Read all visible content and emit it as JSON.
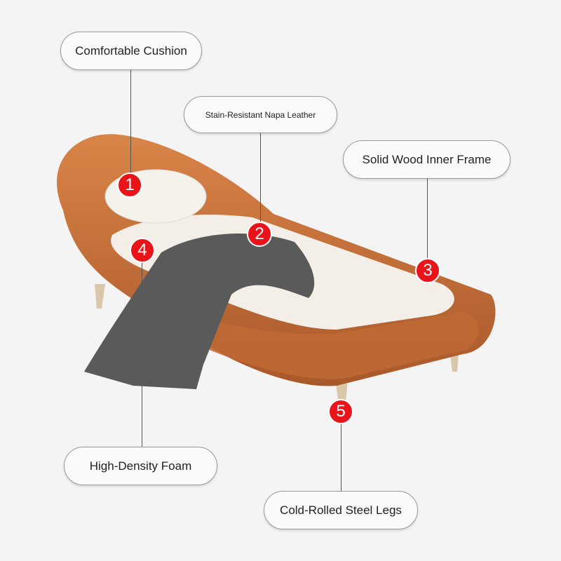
{
  "callouts": [
    {
      "number": "1",
      "label": "Comfortable Cushion"
    },
    {
      "number": "2",
      "label": "Stain-Resistant Napa Leather"
    },
    {
      "number": "3",
      "label": "Solid Wood Inner Frame"
    },
    {
      "number": "4",
      "label": "High-Density Foam"
    },
    {
      "number": "5",
      "label": "Cold-Rolled Steel Legs"
    }
  ],
  "colors": {
    "badge": "#e8141a",
    "leather": "#c8703a",
    "mattress": "#f3efe8"
  }
}
